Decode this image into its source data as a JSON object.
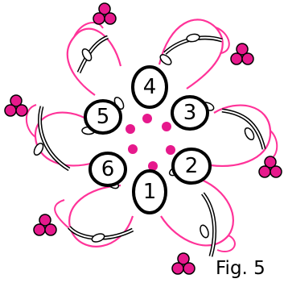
{
  "figure": {
    "caption": "Fig. 5",
    "rings": [
      {
        "label": "1"
      },
      {
        "label": "2"
      },
      {
        "label": "3"
      },
      {
        "label": "4"
      },
      {
        "label": "5"
      },
      {
        "label": "6"
      }
    ]
  },
  "colors": {
    "thread_pink": "#ff3399",
    "bead_fill": "#e6198c",
    "ring_stroke": "#000000",
    "background": "#ffffff"
  }
}
